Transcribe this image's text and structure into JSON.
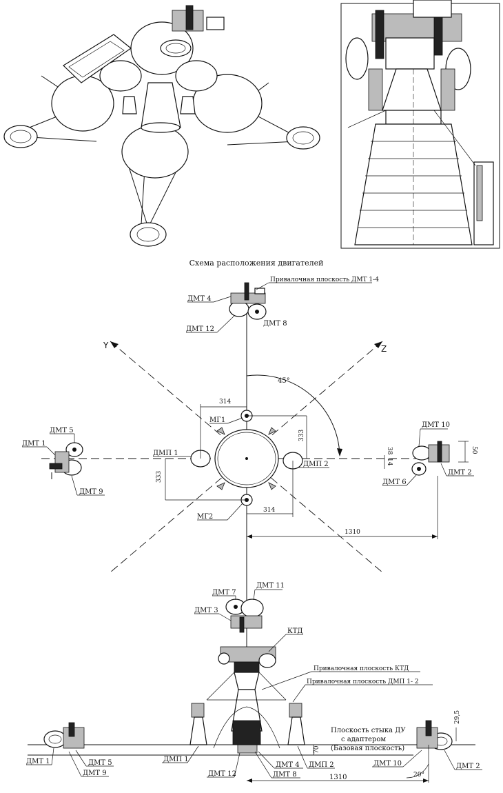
{
  "diagram": {
    "title": "Схема расположения двигателей",
    "axes": {
      "y": "Y",
      "z": "Z"
    },
    "angles": {
      "top": "45°",
      "bottom": "20°"
    },
    "top_view": {
      "mount_plane_dmt14": "Привалочная плоскость ДМТ 1-4",
      "dmt4": "ДМТ 4",
      "dmt12": "ДМТ 12",
      "dmt8": "ДМТ 8",
      "dmt5": "ДМТ 5",
      "dmt1": "ДМТ 1",
      "dmt9": "ДМТ 9",
      "dmt10": "ДМТ 10",
      "dmt6": "ДМТ 6",
      "dmt2": "ДМТ 2",
      "dmp1": "ДМП 1",
      "dmp2": "ДМП 2",
      "mg1": "МГ1",
      "mg2": "МГ2",
      "dim_314_top": "314",
      "dim_314_bottom": "314",
      "dim_333_right": "333",
      "dim_333_left": "333",
      "dim_1310": "1310",
      "dim_38": "38",
      "dim_14": "14",
      "dim_50": "50"
    },
    "side_view": {
      "dmt7": "ДМТ 7",
      "dmt11": "ДМТ 11",
      "dmt3": "ДМТ 3",
      "ktd": "КТД",
      "mount_plane_ktd": "Привалочная плоскость КТД",
      "mount_plane_dmp12": "Привалочная плоскость ДМП 1- 2",
      "interface_plane_1": "Плоскость стыка ДУ",
      "interface_plane_2": "с адаптером",
      "interface_plane_3": "(Базовая плоскость)",
      "dmt1": "ДМТ 1",
      "dmt5": "ДМТ 5",
      "dmt9": "ДМТ 9",
      "dmp1": "ДМП 1",
      "dmt12": "ДМТ 12",
      "dmt4": "ДМТ 4",
      "dmt8": "ДМТ 8",
      "dmp2": "ДМП 2",
      "dmt10": "ДМТ 10",
      "dmt2": "ДМТ 2",
      "dim_70": "70",
      "dim_29_5": "29,5",
      "dim_1310": "1310"
    }
  }
}
